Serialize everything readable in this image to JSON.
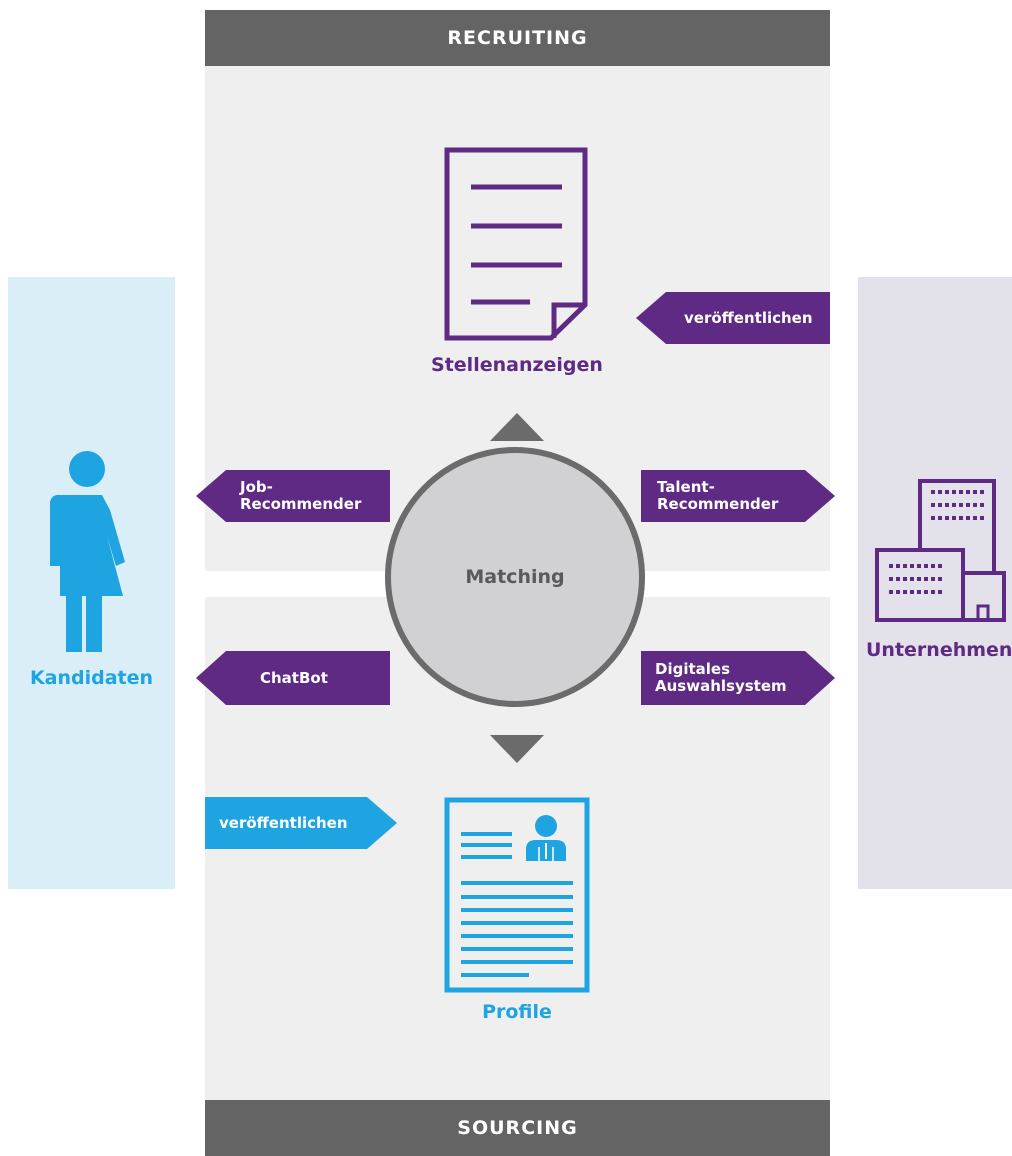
{
  "sections": {
    "top_label": "RECRUITING",
    "bottom_label": "SOURCING"
  },
  "nodes": {
    "job_ads": "Stellenanzeigen",
    "profiles": "Profile",
    "candidates": "Kandidaten",
    "companies": "Unternehmen",
    "matching": "Matching"
  },
  "arrows": {
    "publish_job_ads": "veröffentlichen",
    "job_recommender": "Job-\nRecommender",
    "talent_recommender": "Talent-\nRecommender",
    "chatbot": "ChatBot",
    "digital_selection": "Digitales\nAuswahlsystem",
    "publish_profiles": "veröffentlichen"
  },
  "icons": {
    "job_ad": "document-icon",
    "profile": "resume-icon",
    "candidate": "person-icon",
    "company": "building-icon"
  },
  "colors": {
    "purple": "#5e2a84",
    "blue": "#1ea4e0",
    "bar_gray": "#646464",
    "panel_blue": "#daeef8",
    "panel_gray": "#e3e1e9",
    "section_gray": "#efeff0",
    "circle_fill": "#d1d1d3"
  }
}
